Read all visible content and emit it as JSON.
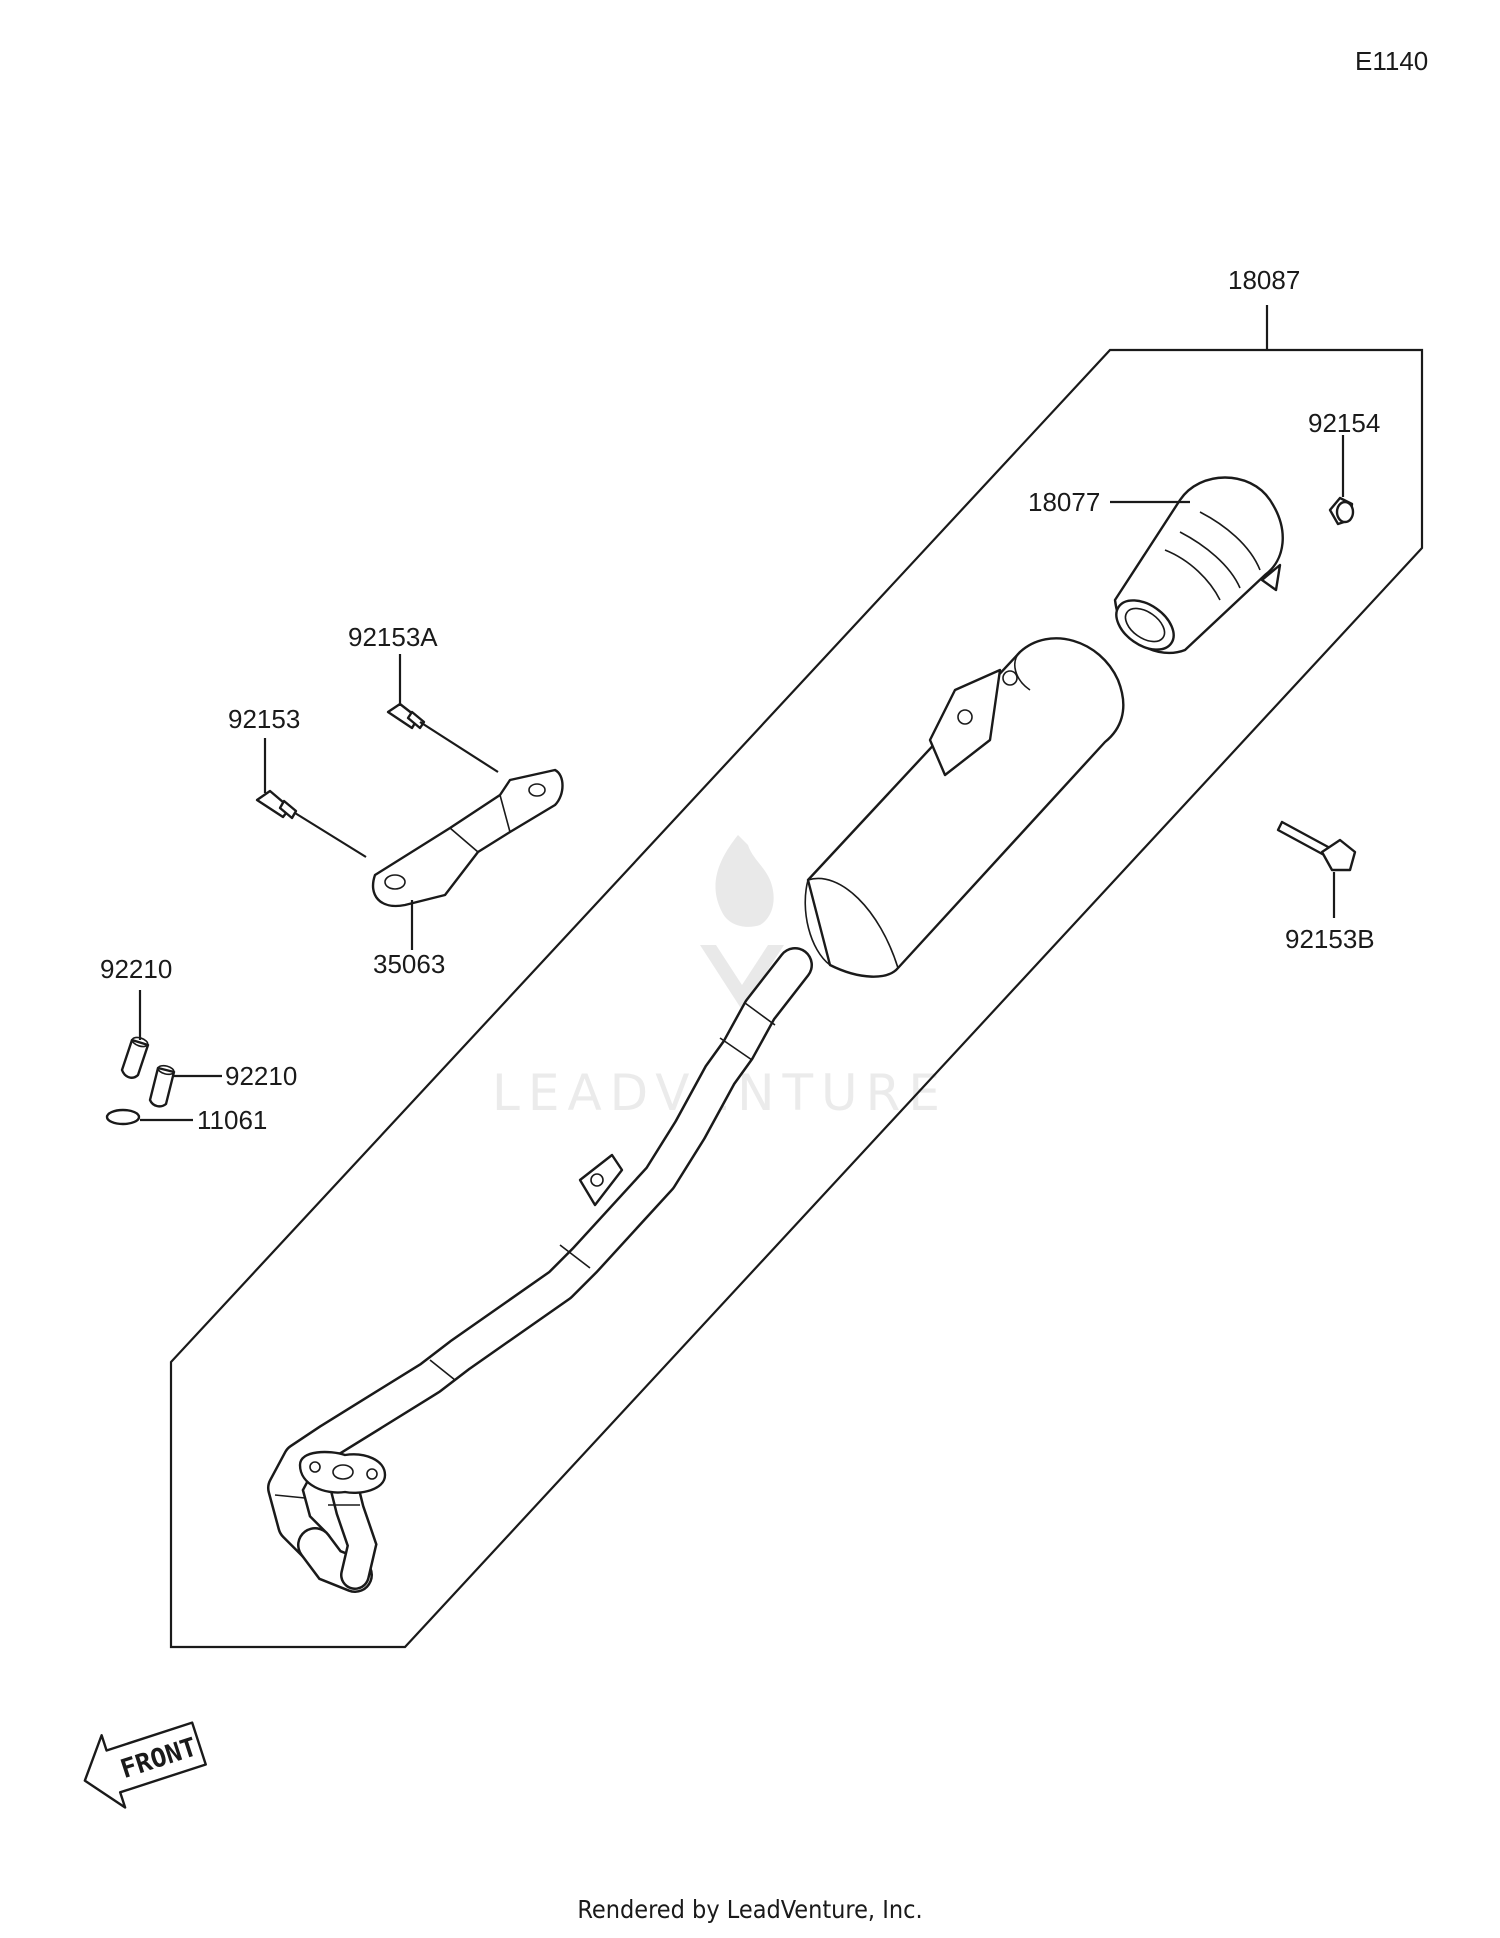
{
  "diagram_code": "E1140",
  "watermark": "LEADVENTURE",
  "front_label": "FRONT",
  "footer": "Rendered by LeadVenture, Inc.",
  "parts": {
    "p18087": "18087",
    "p92154": "92154",
    "p18077": "18077",
    "p92153A": "92153A",
    "p92153": "92153",
    "p35063": "35063",
    "p92153B": "92153B",
    "p92210a": "92210",
    "p92210b": "92210",
    "p11061": "11061"
  }
}
